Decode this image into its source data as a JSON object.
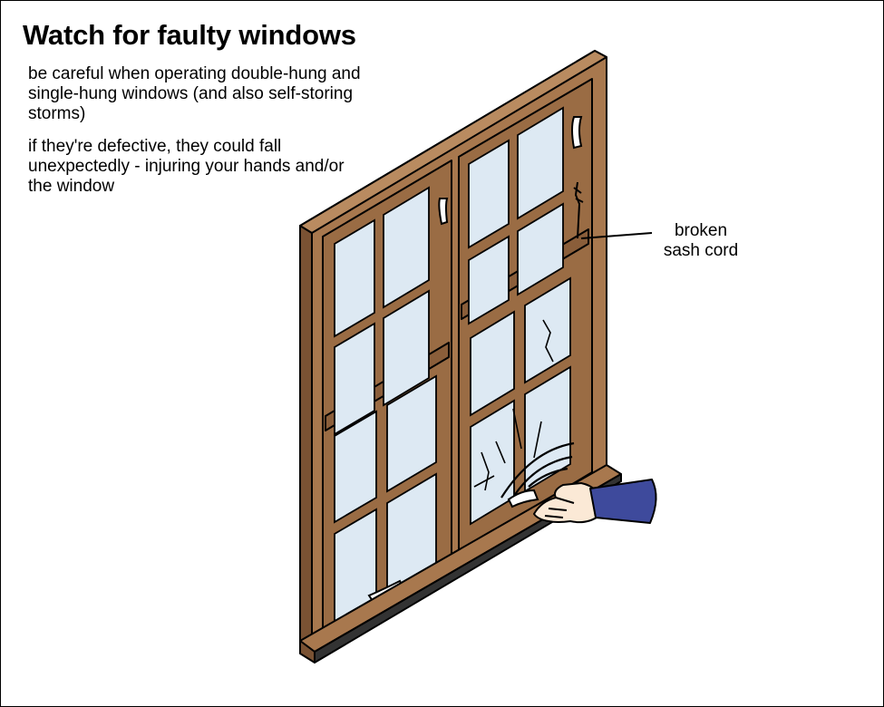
{
  "title": "Watch for faulty windows",
  "paragraphs": [
    "be careful when operating double-hung and single-hung windows (and also self-storing storms)",
    "if they're defective, they could fall unexpectedly - injuring your hands and/or the window"
  ],
  "callout": {
    "line1": "broken",
    "line2": "sash cord"
  },
  "colors": {
    "wood": "#a8784e",
    "wood_dark": "#7a5233",
    "glass": "#dde9f3",
    "sleeve": "#3e4a9c",
    "skin": "#fbe9d6",
    "sill_shadow": "#333333"
  }
}
